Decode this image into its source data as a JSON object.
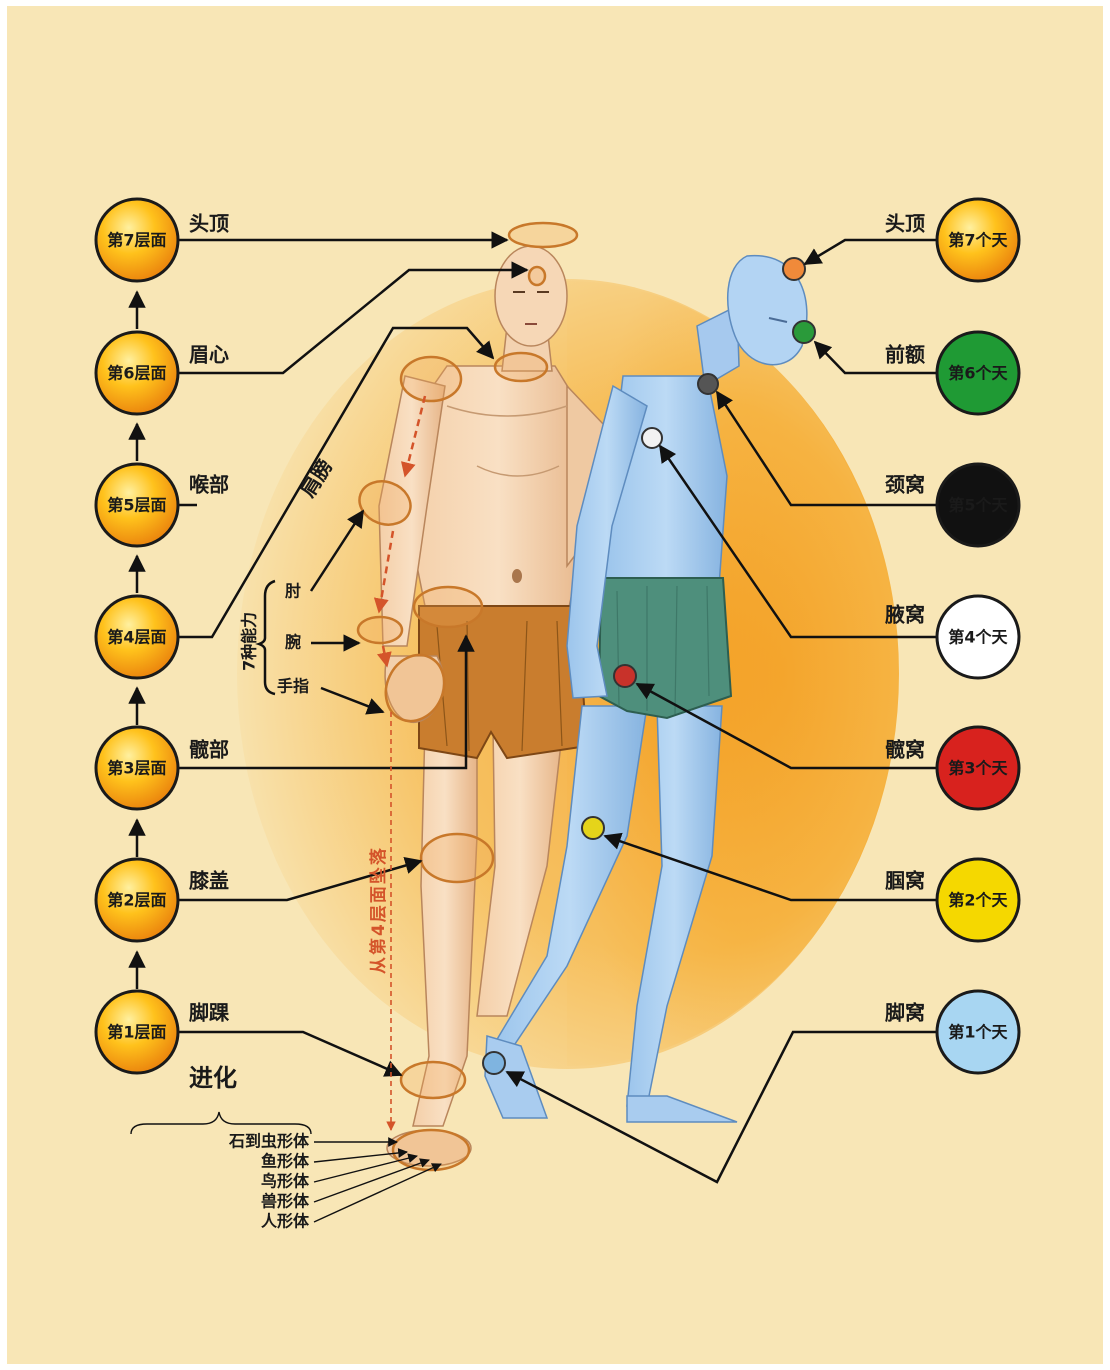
{
  "levels": [
    {
      "label": "第7层面",
      "part": "头顶"
    },
    {
      "label": "第6层面",
      "part": "眉心"
    },
    {
      "label": "第5层面",
      "part": "喉部"
    },
    {
      "label": "第4层面",
      "part": "肩膀"
    },
    {
      "label": "第3层面",
      "part": "髋部"
    },
    {
      "label": "第2层面",
      "part": "膝盖"
    },
    {
      "label": "第1层面",
      "part": "脚踝"
    }
  ],
  "heavens": [
    {
      "label": "第7个天",
      "part": "头顶",
      "color": "#f6a814",
      "text_color": "#1a1a1a"
    },
    {
      "label": "第6个天",
      "part": "前额",
      "color": "#1f9a34",
      "text_color": "#ffffff"
    },
    {
      "label": "第5个天",
      "part": "颈窝",
      "color": "#111111",
      "text_color": "#ffffff"
    },
    {
      "label": "第4个天",
      "part": "腋窝",
      "color": "#ffffff",
      "text_color": "#1a1a1a"
    },
    {
      "label": "第3个天",
      "part": "髋窝",
      "color": "#d8221e",
      "text_color": "#ffffff"
    },
    {
      "label": "第2个天",
      "part": "腘窝",
      "color": "#f5d800",
      "text_color": "#1a1a1a"
    },
    {
      "label": "第1个天",
      "part": "脚窝",
      "color": "#a8d6f2",
      "text_color": "#1a1a1a"
    }
  ],
  "abilities": {
    "title": "7种能力",
    "items": [
      "肘",
      "腕",
      "手指"
    ]
  },
  "fall_label": "从第4层面坠落",
  "evolution": {
    "title": "进化",
    "items": [
      "石到虫形体",
      "鱼形体",
      "鸟形体",
      "兽形体",
      "人形体"
    ]
  }
}
